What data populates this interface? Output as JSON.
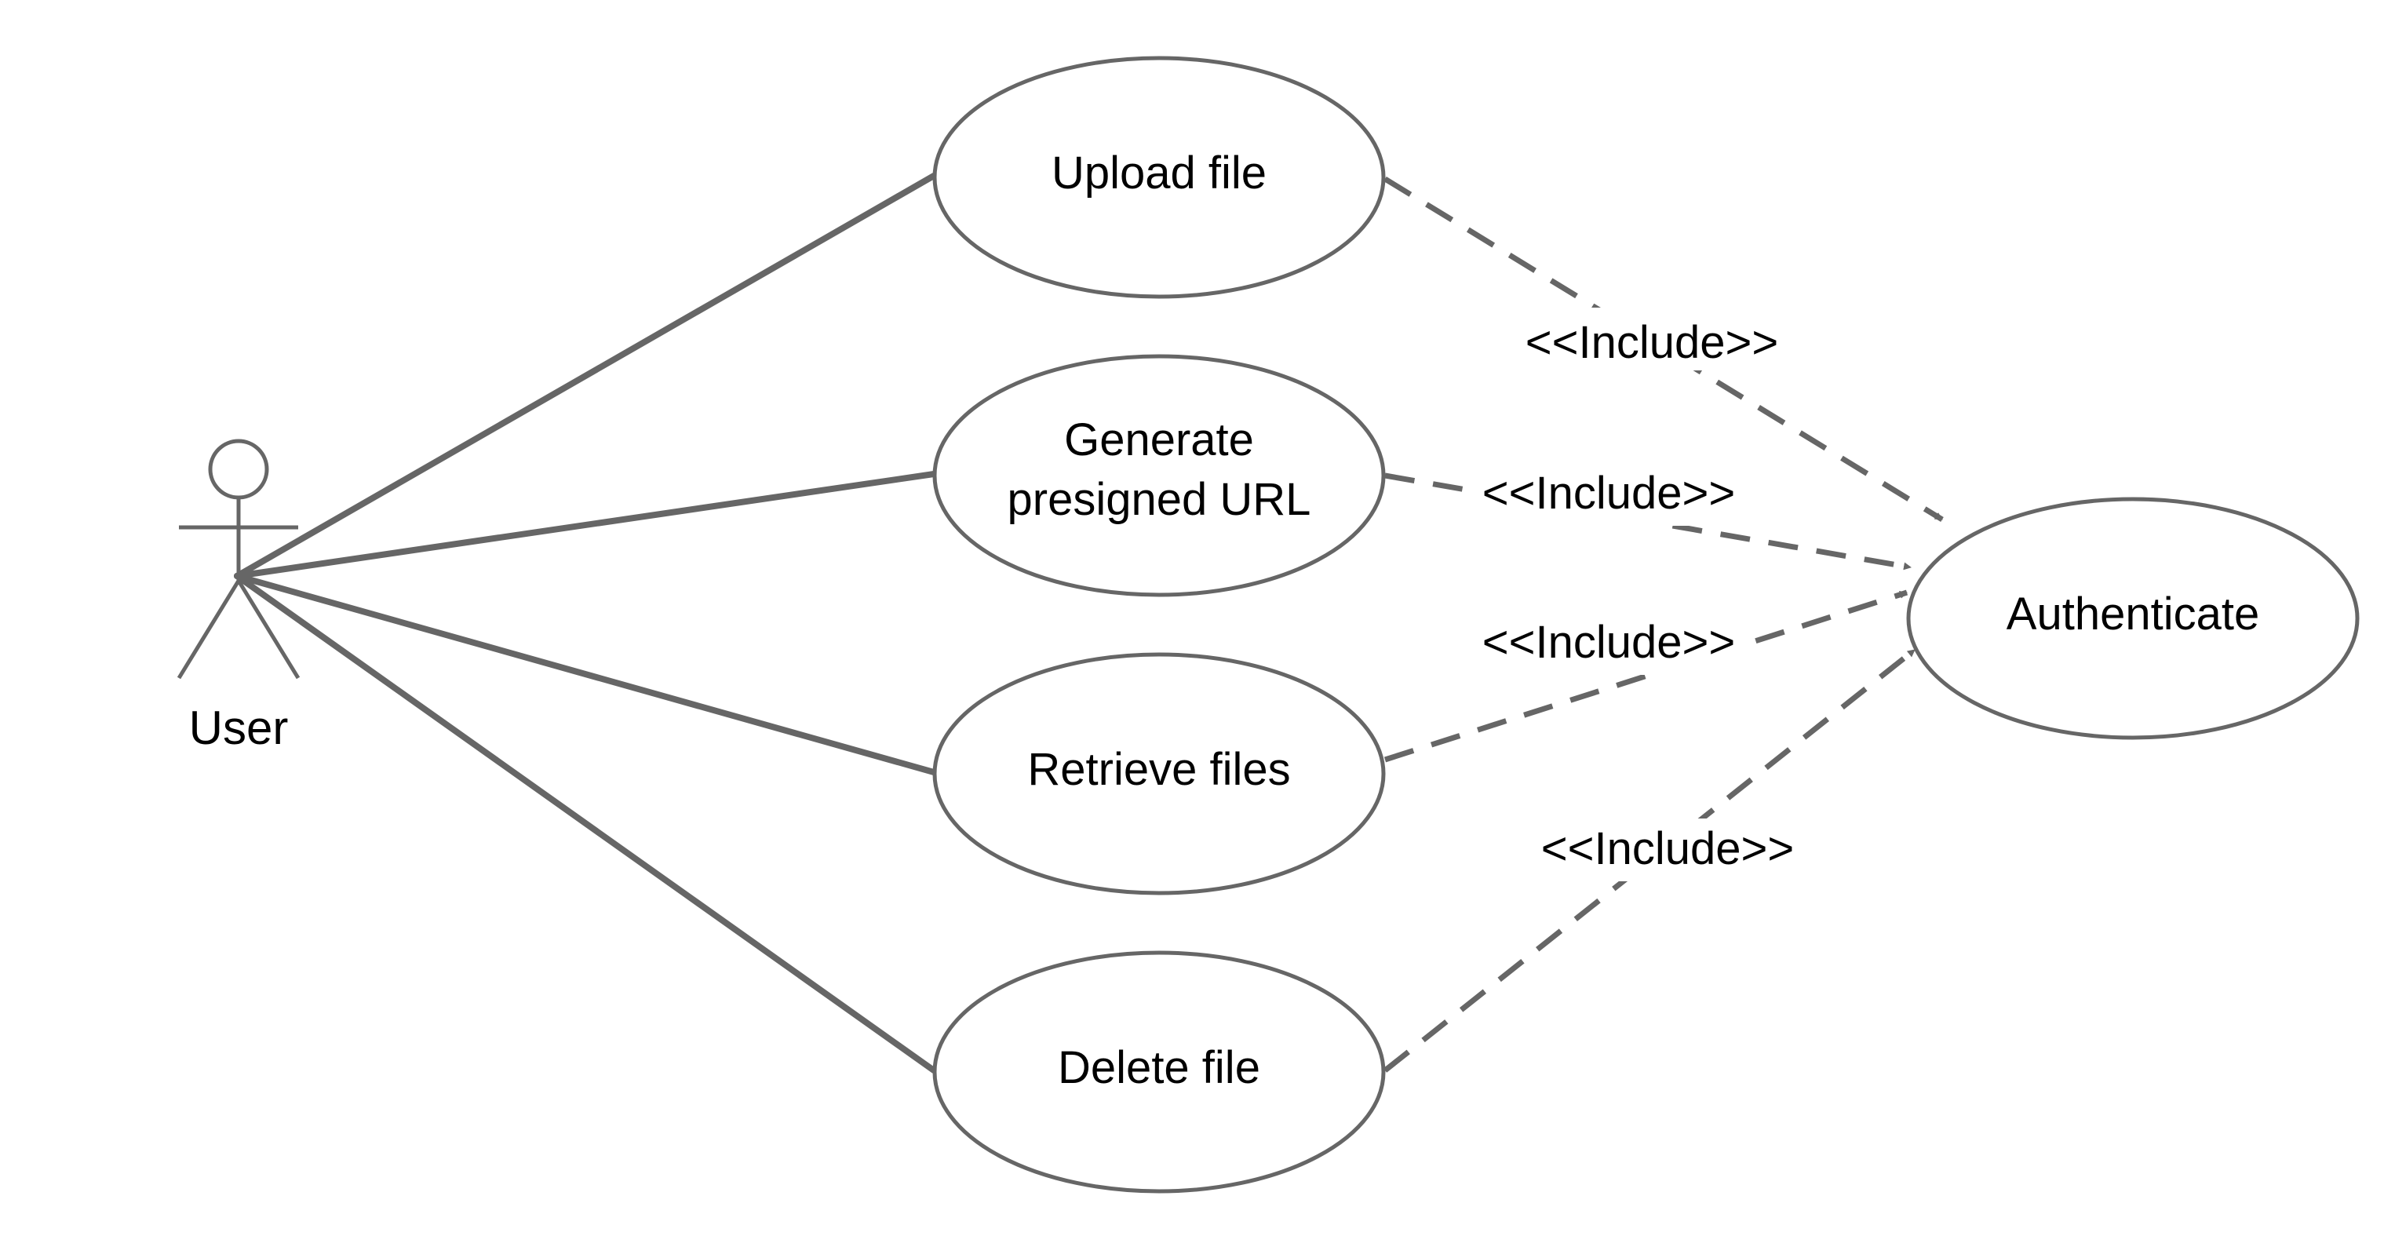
{
  "diagram": {
    "actor": {
      "name": "User"
    },
    "use_cases": {
      "upload": "Upload file",
      "presigned_line1": "Generate",
      "presigned_line2": "presigned URL",
      "retrieve": "Retrieve files",
      "delete": "Delete file",
      "authenticate": "Authenticate"
    },
    "relationships": {
      "include_upload": "<<Include>>",
      "include_presigned": "<<Include>>",
      "include_retrieve": "<<Include>>",
      "include_delete": "<<Include>>"
    },
    "colors": {
      "stroke": "#666666",
      "text": "#000000",
      "background": "#ffffff"
    }
  }
}
